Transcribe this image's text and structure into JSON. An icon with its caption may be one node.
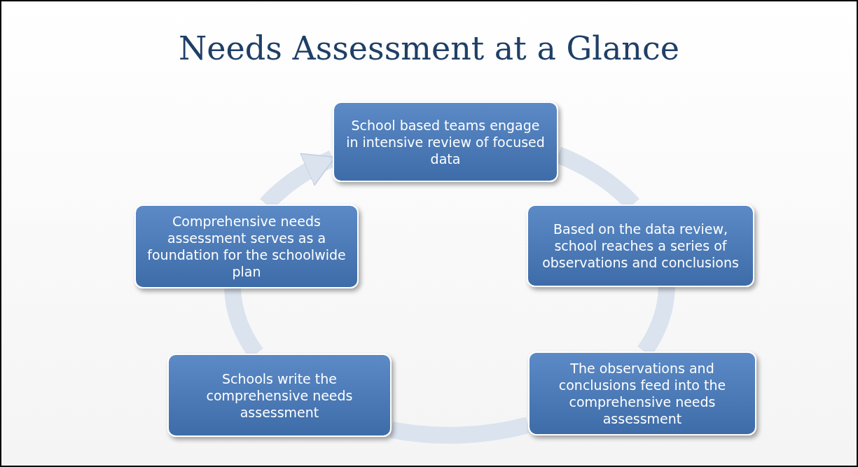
{
  "diagram": {
    "title": "Needs Assessment at a Glance",
    "nodes": [
      {
        "text": [
          "School based teams engage in intensive review of focused data"
        ]
      },
      {
        "text": [
          "Based on the data review, school reaches a series of observations and conclusions"
        ]
      },
      {
        "text": [
          "The observations and conclusions feed into the comprehensive needs assessment"
        ]
      },
      {
        "text": [
          "Schools write the comprehensive needs assessment"
        ]
      },
      {
        "text": [
          "Comprehensive needs assessment serves as a foundation for the schoolwide plan"
        ]
      }
    ],
    "edges": [
      {
        "from": 0,
        "to": 1,
        "arrow": "none"
      },
      {
        "from": 1,
        "to": 2,
        "arrow": "none"
      },
      {
        "from": 2,
        "to": 3,
        "arrow": "none"
      },
      {
        "from": 3,
        "to": 4,
        "arrow": "none"
      },
      {
        "from": 4,
        "to": 0,
        "arrow": "to"
      }
    ]
  }
}
